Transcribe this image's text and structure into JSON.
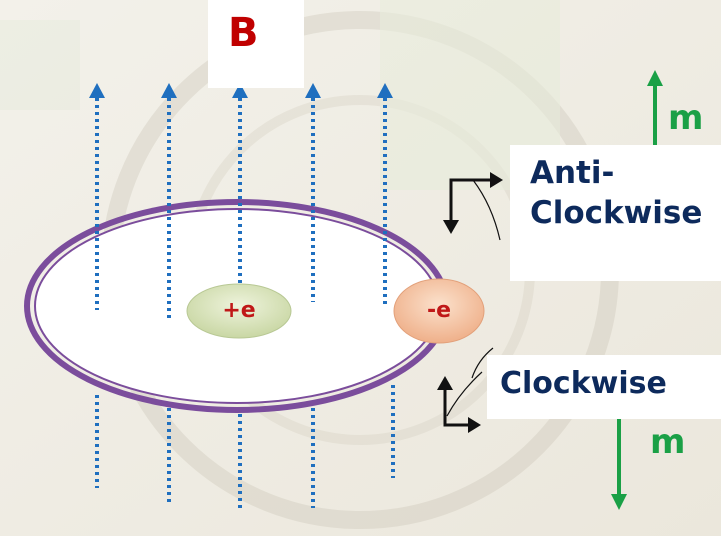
{
  "field_label": "B",
  "orbit": {
    "nucleus_label": "+e",
    "electron_label": "-e"
  },
  "anticlockwise": {
    "label_line1": "Anti-",
    "label_line2": "Clockwise",
    "moment_label": "m"
  },
  "clockwise": {
    "label": "Clockwise",
    "moment_label": "m"
  },
  "colors": {
    "field_lines": "#1f6fbf",
    "orbit": "#7b4d9c",
    "moment_arrows": "#1aa046",
    "title_text": "#c00000",
    "body_text": "#0d2a5c"
  }
}
